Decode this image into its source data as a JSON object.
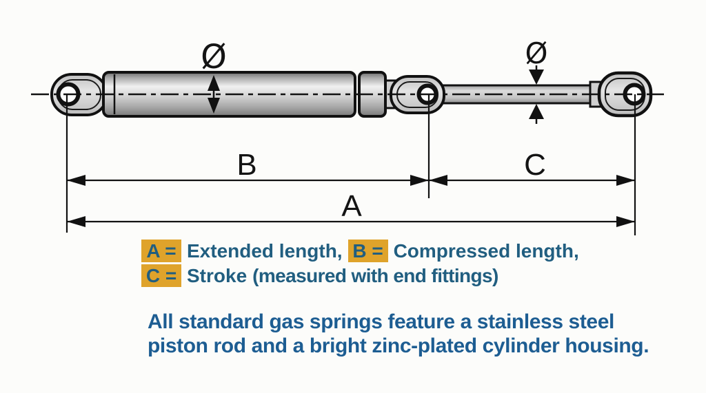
{
  "diagram": {
    "cylinder_diameter_symbol": "Ø",
    "rod_diameter_symbol": "Ø",
    "dim_a": "A",
    "dim_b": "B",
    "dim_c": "C"
  },
  "legend": {
    "a_key": "A =",
    "a_text": "Extended length,",
    "b_key": "B =",
    "b_text": "Compressed length,",
    "c_key": "C =",
    "c_text": "Stroke",
    "c_note": "(measured with end fittings)",
    "highlight_color": "#dfa32b",
    "text_color": "#215e80"
  },
  "description": {
    "line1": "All standard gas springs feature a stainless steel",
    "line2": "piston rod and a bright zinc-plated cylinder housing.",
    "text_color": "#1d5d92"
  }
}
